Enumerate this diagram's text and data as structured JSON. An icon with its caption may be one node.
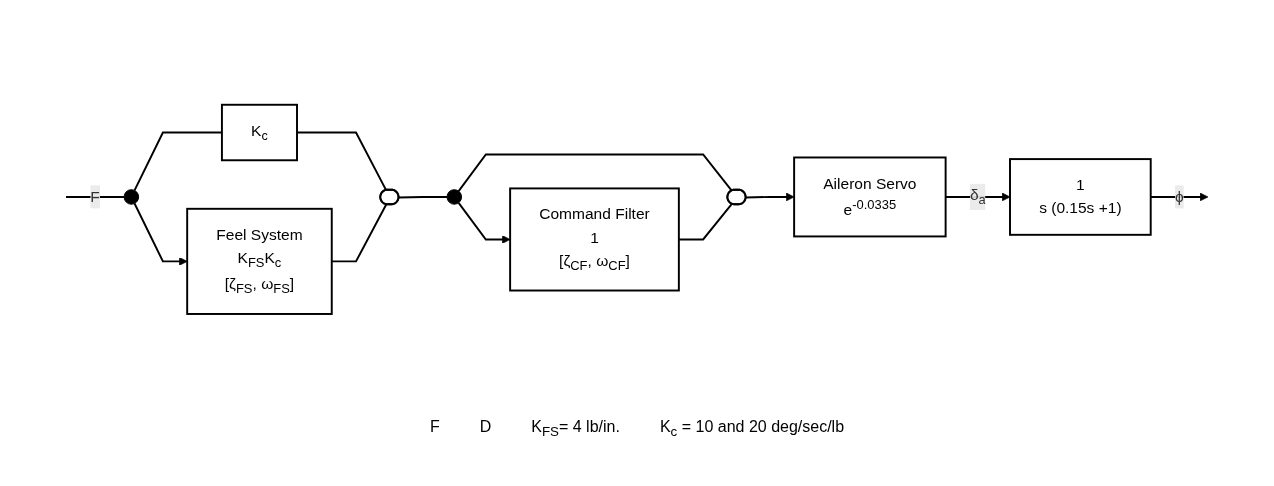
{
  "diagram": {
    "nodes": [
      {
        "text": [],
        "shape": "circle"
      },
      {
        "text": [
          "K$_{c}$"
        ]
      },
      {
        "text": [
          "Feel System",
          "K$_{FS}$K$_{c}$",
          "[ζ$_{FS}$, ω$_{FS}$]"
        ]
      },
      {
        "text": [],
        "shape": "switch"
      },
      {
        "text": [],
        "shape": "circle"
      },
      {
        "text": [
          "Command Filter",
          "1",
          "[ζ$_{CF}$, ω$_{CF}$]"
        ]
      },
      {
        "text": [],
        "shape": "switch"
      },
      {
        "text": [
          "Aileron Servo",
          "e$^{-0.0335}$"
        ]
      },
      {
        "text": [
          "1",
          "s (0.15s +1)"
        ]
      }
    ],
    "edges": [
      {
        "from": null,
        "to": 0,
        "arrow": "none",
        "label": "F"
      },
      {
        "from": 0,
        "to": 1,
        "arrow": "none"
      },
      {
        "from": 0,
        "to": 2,
        "arrow": "to"
      },
      {
        "from": 1,
        "to": 3,
        "arrow": "none"
      },
      {
        "from": 2,
        "to": 3,
        "arrow": "none"
      },
      {
        "from": 3,
        "to": 4,
        "arrow": "none"
      },
      {
        "from": 4,
        "to": 6,
        "arrow": "none"
      },
      {
        "from": 4,
        "to": 5,
        "arrow": "to"
      },
      {
        "from": 5,
        "to": 6,
        "arrow": "none"
      },
      {
        "from": 6,
        "to": 7,
        "arrow": "to"
      },
      {
        "from": 7,
        "to": 8,
        "arrow": "to",
        "label": "δ$_{a}$"
      },
      {
        "from": 8,
        "to": null,
        "arrow": "to",
        "label": "ϕ"
      }
    ],
    "labels": [
      "F",
      "D",
      "K$_{FS}$= 4 lb/in.",
      "K$_{c}$ = 10 and 20 deg/sec/lb"
    ]
  }
}
